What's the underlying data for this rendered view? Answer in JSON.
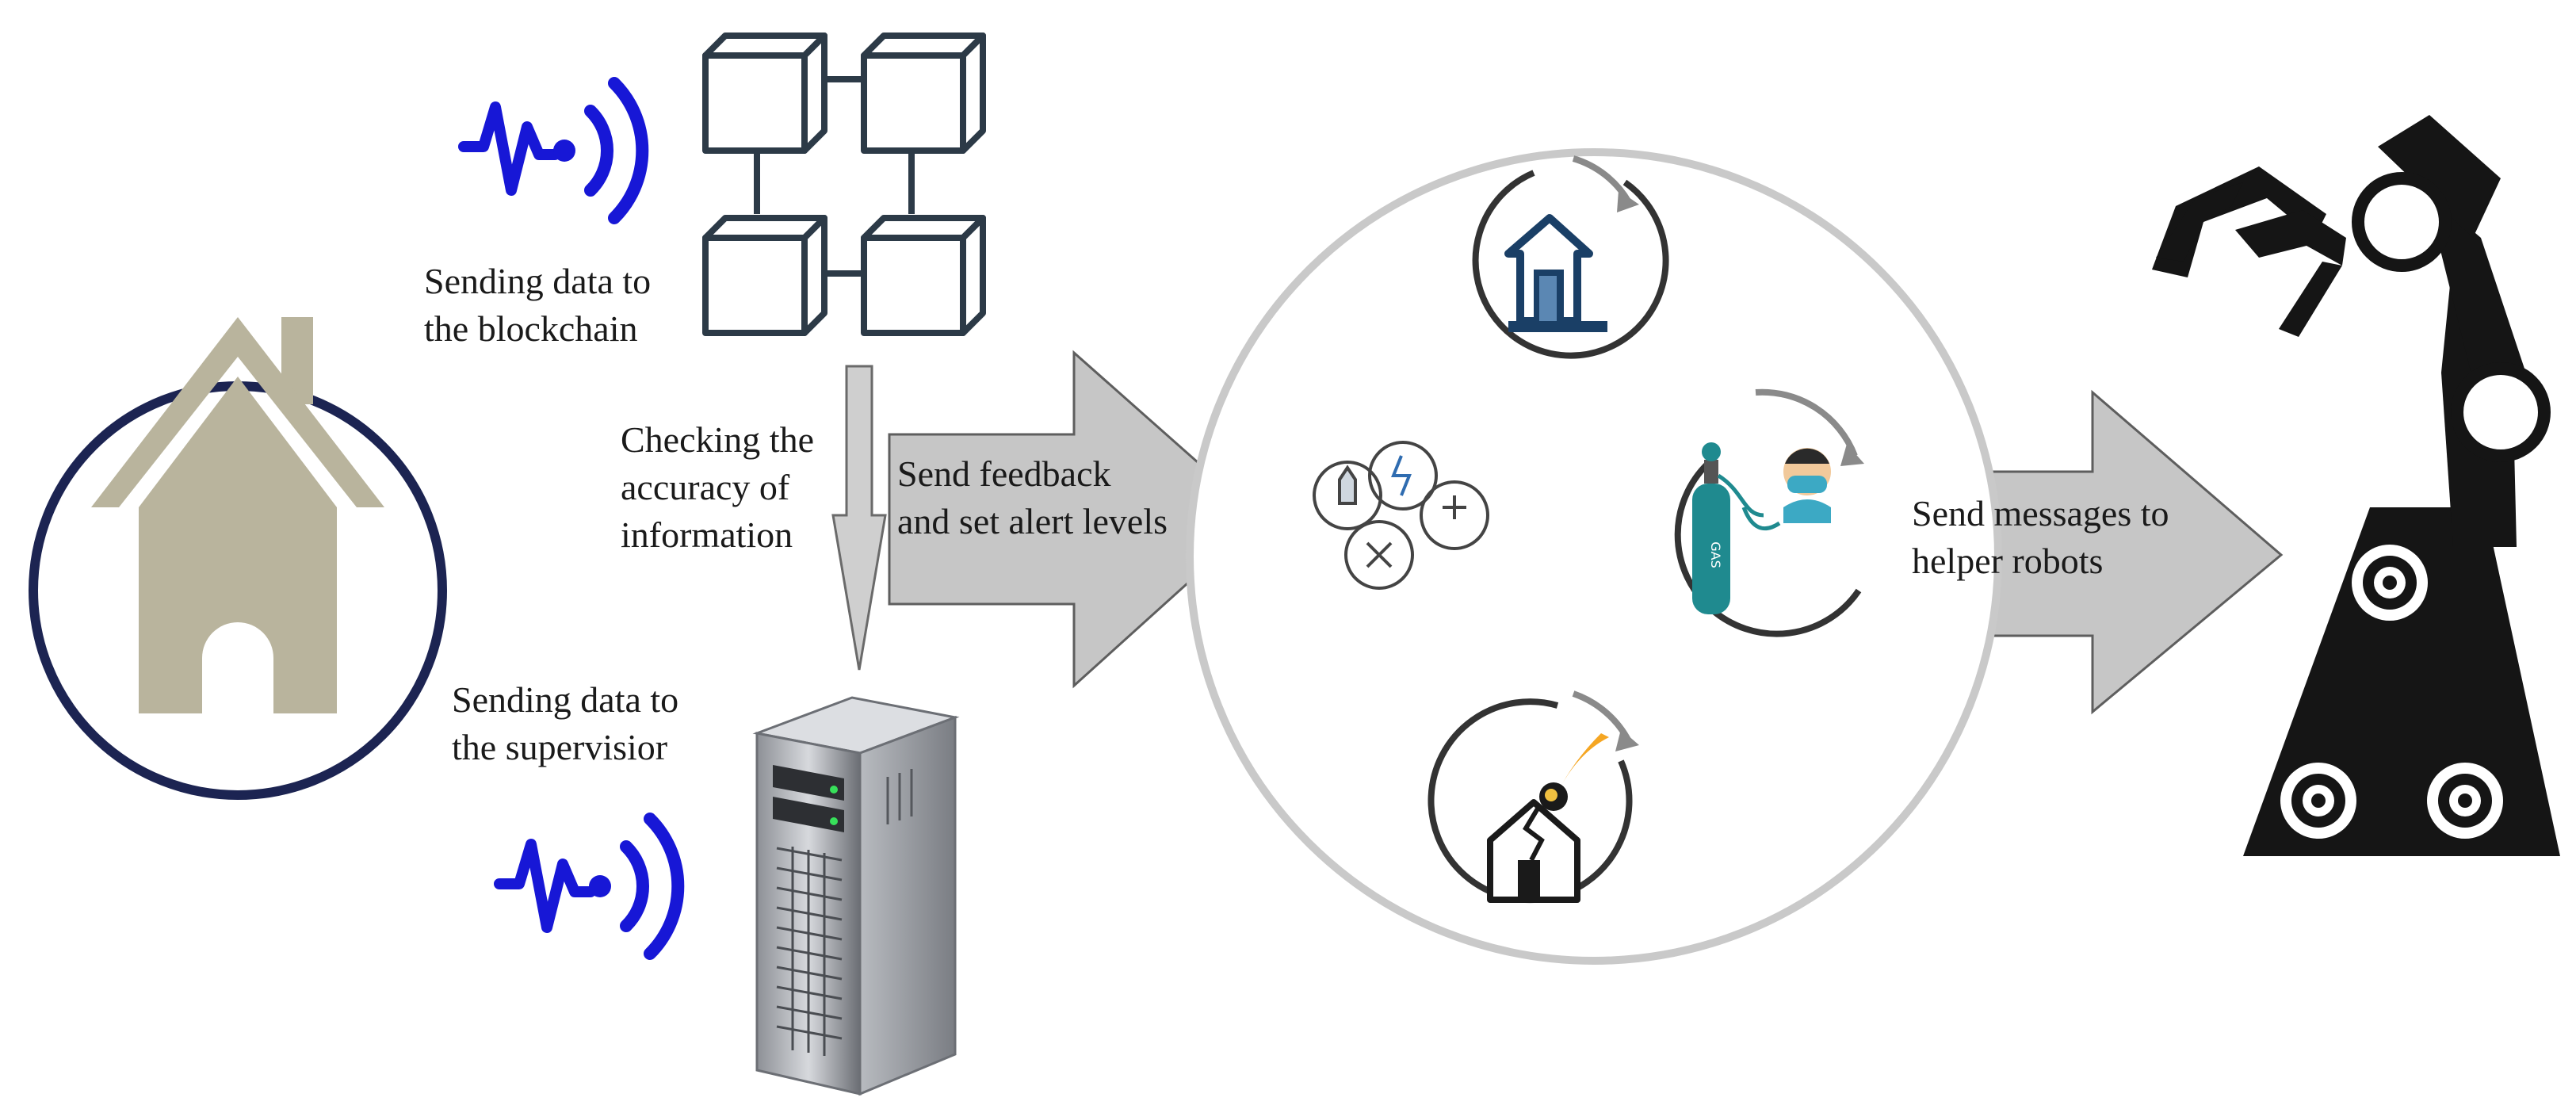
{
  "labels": {
    "blockchain": [
      "Sending data to",
      "the blockchain"
    ],
    "supervisor": [
      "Sending data to",
      "the supervisior"
    ],
    "checking": [
      "Checking the",
      "accuracy of",
      "information"
    ],
    "feedback": [
      "Send feedback",
      "and set alert levels"
    ],
    "robots": [
      "Send messages to",
      "helper robots"
    ],
    "gas_cylinder": "GAS"
  },
  "icons": {
    "home": "house-icon",
    "signal_top": "wireless-signal-icon",
    "signal_bottom": "wireless-signal-icon",
    "blockchain": "blockchain-blocks-icon",
    "server": "server-tower-icon",
    "arrow_down": "arrow-down-icon",
    "arrow_feedback": "arrow-right-icon",
    "arrow_robots": "arrow-right-icon",
    "alert_cycle": "alert-cycle-circle",
    "emergency_exit": "emergency-exit-icon",
    "utilities": "utilities-icon",
    "oxygen": "oxygen-mask-icon",
    "earthquake": "earthquake-meteor-icon",
    "robot_arm": "robot-arm-icon"
  },
  "colors": {
    "home_ring": "#1c2452",
    "house": "#b9b49d",
    "signal": "#1717d6",
    "arrow": "#c6c6c6",
    "robot": "#151515",
    "cycle_ring": "#c9c9c9",
    "oxygen": "#1f8a8f"
  }
}
